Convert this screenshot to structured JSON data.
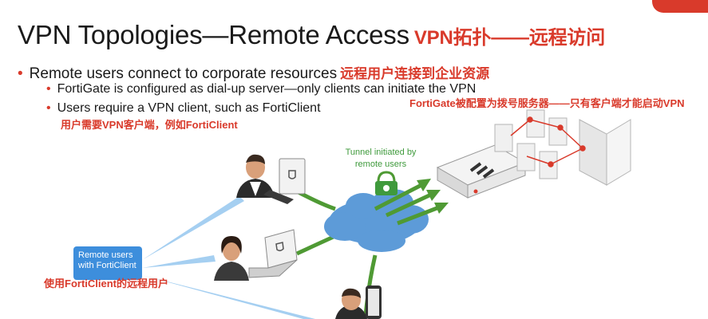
{
  "title": {
    "en": "VPN Topologies—Remote Access",
    "cn": "VPN拓扑——远程访问"
  },
  "bullets": {
    "main": {
      "en": "Remote users connect to corporate resources",
      "cn": "远程用户连接到企业资源"
    },
    "sub1": "FortiGate is configured as dial-up server—only clients can initiate the VPN",
    "sub1_cn": "FortiGate被配置为拨号服务器——只有客户端才能启动VPN",
    "sub2": "Users require a VPN client, such as FortiClient",
    "sub2_cn": "用户需要VPN客户端，例如FortiClient"
  },
  "diagram": {
    "tunnel_label_line1": "Tunnel initiated by",
    "tunnel_label_line2": "remote users",
    "remote_box_line1": "Remote users",
    "remote_box_line2": "with FortiClient",
    "remote_box_cn": "使用FortiClient的远程用户"
  },
  "colors": {
    "accent_red": "#d93a2b",
    "tunnel_green": "#3f9a3c",
    "box_blue": "#3d8edc",
    "cloud_blue": "#6fa8dc"
  }
}
